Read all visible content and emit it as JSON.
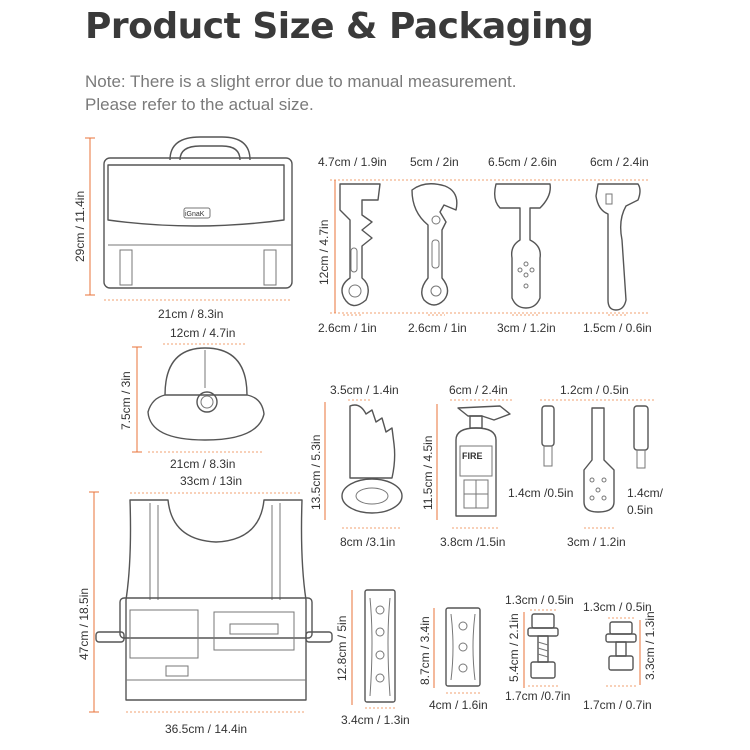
{
  "page": {
    "title": "Product Size & Packaging",
    "note_line1": "Note: There is a slight error due to manual measurement.",
    "note_line2": "Please refer to the actual size.",
    "accent_color": "#e8733a"
  },
  "labels": {
    "bag_height": "29cm / 11.4in",
    "bag_width": "21cm / 8.3in",
    "wrench1_top": "4.7cm / 1.9in",
    "wrench2_top": "5cm / 2in",
    "hammer_top": "6.5cm / 2.6in",
    "axe_top": "6cm / 2.4in",
    "tools_height": "12cm / 4.7in",
    "wrench1_bottom": "2.6cm / 1in",
    "wrench2_bottom": "2.6cm / 1in",
    "hammer_bottom": "3cm / 1.2in",
    "axe_bottom": "1.5cm / 0.6in",
    "hat_top": "12cm / 4.7in",
    "hat_height": "7.5cm / 3in",
    "hat_width": "21cm / 8.3in",
    "saw_top": "3.5cm / 1.4in",
    "saw_height": "13.5cm / 5.3in",
    "saw_bottom": "8cm /3.1in",
    "ext_top": "6cm / 2.4in",
    "ext_height": "11.5cm / 4.5in",
    "ext_bottom": "3.8cm /1.5in",
    "bits_top": "1.2cm / 0.5in",
    "bit_left": "1.4cm /0.5in",
    "bit_right_1": "1.4cm/",
    "bit_right_2": "0.5in",
    "screwdriver_bottom": "3cm / 1.2in",
    "vest_top": "33cm / 13in",
    "vest_height": "47cm / 18.5in",
    "vest_bottom": "36.5cm / 14.4in",
    "wood1_height": "12.8cm / 5in",
    "wood1_bottom": "3.4cm / 1.3in",
    "wood2_height": "8.7cm / 3.4in",
    "wood2_bottom": "4cm / 1.6in",
    "bolt1_top": "1.3cm / 0.5in",
    "bolt1_height": "5.4cm / 2.1in",
    "bolt1_bottom": "1.7cm /0.7in",
    "bolt2_top": "1.3cm / 0.5in",
    "bolt2_height": "3.3cm / 1.3in",
    "bolt2_bottom": "1.7cm / 0.7in",
    "ext_fire": "FIRE",
    "logo": "iGnaK"
  },
  "icons": [
    "tool-bag-icon",
    "wrench-icon",
    "adjustable-wrench-icon",
    "hammer-icon",
    "axe-icon",
    "hard-hat-icon",
    "saw-icon",
    "fire-extinguisher-icon",
    "screwdriver-icon",
    "vest-icon",
    "wood-block-icon",
    "bolt-icon"
  ]
}
